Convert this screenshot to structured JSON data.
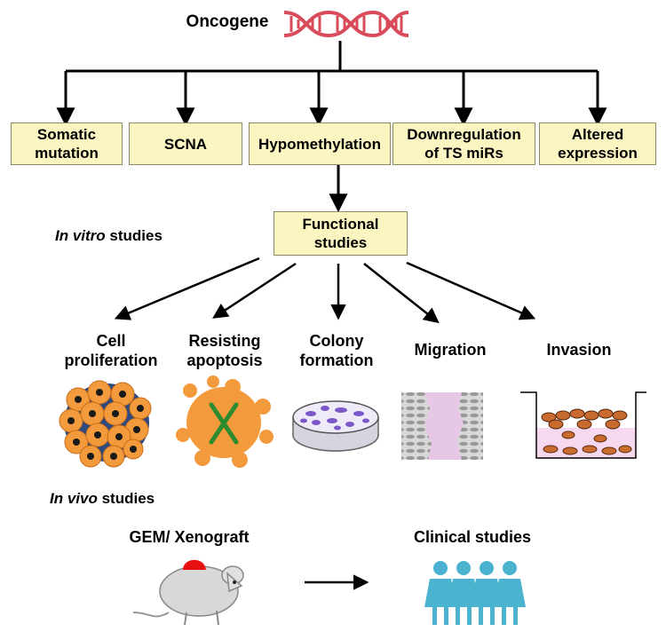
{
  "root": {
    "label": "Oncogene",
    "icon": "dna-icon"
  },
  "mechanisms": [
    {
      "line1": "Somatic",
      "line2": "mutation"
    },
    {
      "line1": "SCNA",
      "line2": ""
    },
    {
      "line1": "Hypomethylation",
      "line2": ""
    },
    {
      "line1": "Downregulation",
      "line2": "of TS miRs"
    },
    {
      "line1": "Altered",
      "line2": "expression"
    }
  ],
  "functional": {
    "line1": "Functional",
    "line2": "studies"
  },
  "in_vitro": {
    "italic": "In vitro",
    "rest": " studies"
  },
  "assays": [
    {
      "line1": "Cell",
      "line2": "proliferation",
      "icon": "cell-cluster-icon"
    },
    {
      "line1": "Resisting",
      "line2": "apoptosis",
      "icon": "apoptotic-cell-icon"
    },
    {
      "line1": "Colony",
      "line2": "formation",
      "icon": "petri-dish-icon"
    },
    {
      "line1": "Migration",
      "line2": "",
      "icon": "wound-healing-icon"
    },
    {
      "line1": "Invasion",
      "line2": "",
      "icon": "transwell-chamber-icon"
    }
  ],
  "in_vivo": {
    "italic": "In vivo",
    "rest": " studies"
  },
  "models": [
    {
      "label": "GEM/ Xenograft",
      "icon": "mouse-tumor-icon"
    },
    {
      "label": "Clinical studies",
      "icon": "patients-icon"
    }
  ],
  "colors": {
    "box_fill": "#fbf5c2",
    "dna": "#d94b5a",
    "cell": "#f39a3c",
    "apoptosis_x": "#2e8b2e",
    "colony": "#7b57c9",
    "tumor": "#e81111",
    "patients": "#4bb3cf"
  }
}
